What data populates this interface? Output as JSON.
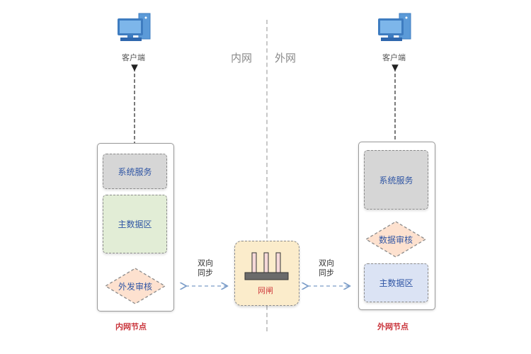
{
  "zones": {
    "inner": "内网",
    "outer": "外网"
  },
  "left": {
    "client": {
      "icon": "computer-icon",
      "label": "客户端"
    },
    "node_title": "内网节点",
    "blocks": {
      "system_service": "系统服务",
      "master_data": "主数据区",
      "outbound_audit": "外发审核"
    }
  },
  "right": {
    "client": {
      "icon": "computer-icon",
      "label": "客户端"
    },
    "node_title": "外网节点",
    "blocks": {
      "system_service": "系统服务",
      "data_audit": "数据审核",
      "master_data": "主数据区"
    }
  },
  "gateway": {
    "icon": "gate-icon",
    "label": "网闸"
  },
  "sync": {
    "left": [
      "双向",
      "同步"
    ],
    "right": [
      "双向",
      "同步"
    ]
  },
  "colors": {
    "text_blue": "#2f55a4",
    "node_title_red": "#c9333a",
    "gateway_red": "#d04040",
    "system_service_bg": "#d6d6d6",
    "inner_data_bg": "#e2edd6",
    "outer_data_bg": "#dbe3f4",
    "audit_bg": "#fde1cf",
    "gateway_bg": "#fbeccb",
    "sync_arrow": "#7a9cc8"
  }
}
